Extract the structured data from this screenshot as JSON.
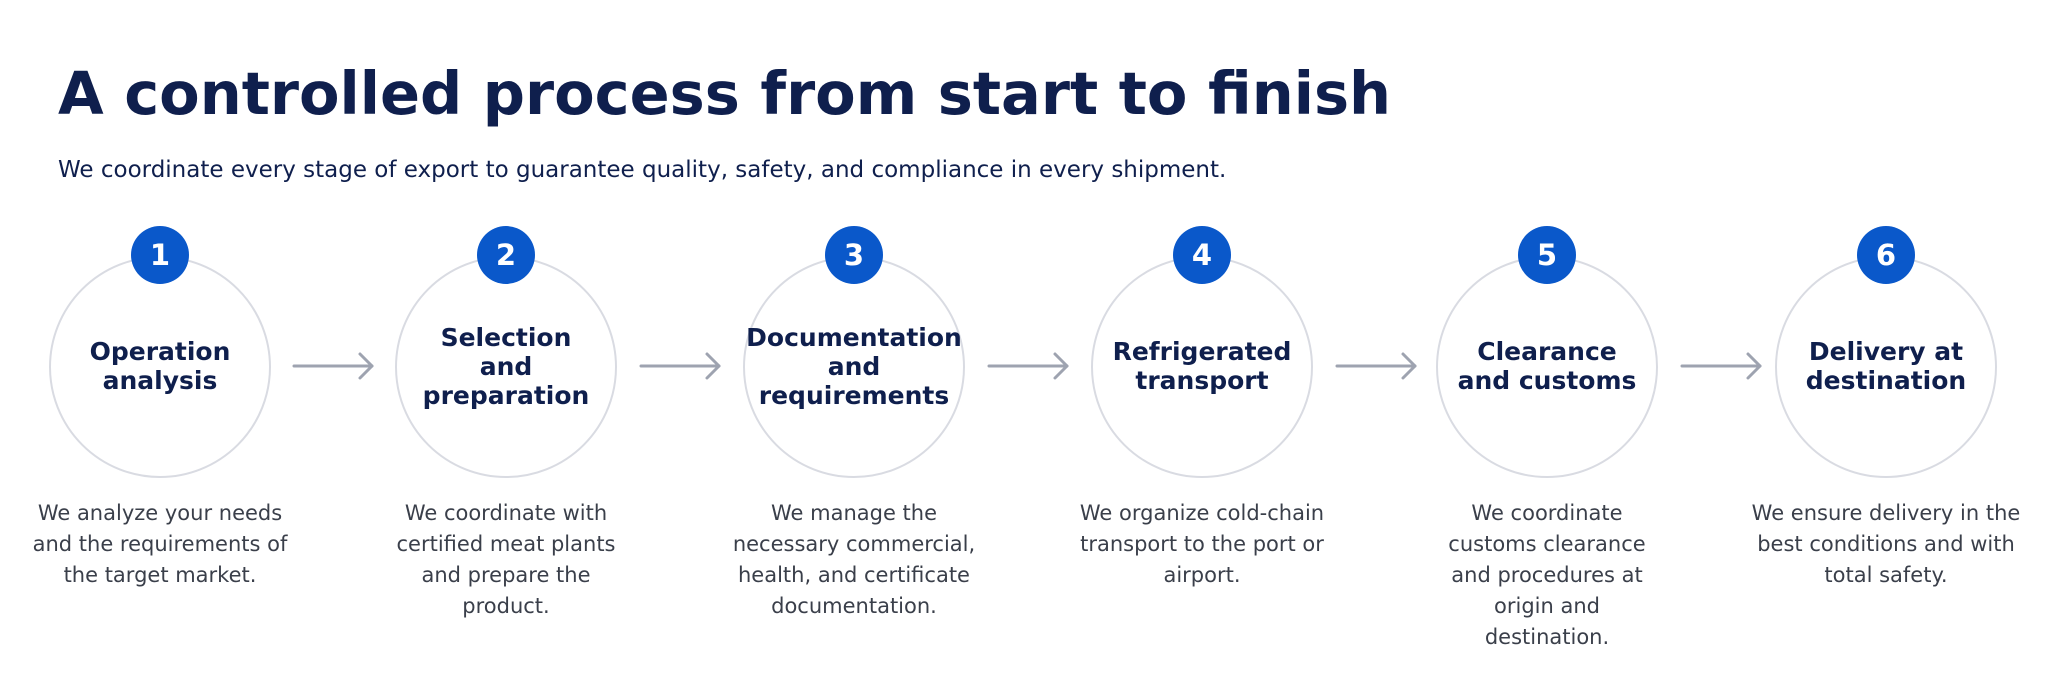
{
  "header": {
    "title": "A controlled process from start to finish",
    "subtitle": "We coordinate every stage of export to guarantee quality, safety, and compliance in every shipment."
  },
  "colors": {
    "heading": "#0f1f4d",
    "badge": "#0a58ca",
    "circle_border": "#d9dbe2",
    "arrow": "#9ea3b0",
    "body_text": "#3a3f4a"
  },
  "steps": [
    {
      "number": "1",
      "title": "Operation analysis",
      "description": "We analyze your needs and the requirements of the target market."
    },
    {
      "number": "2",
      "title": "Selection and preparation",
      "description": "We coordinate with certified meat plants and prepare the product."
    },
    {
      "number": "3",
      "title": "Documentation and requirements",
      "description": "We manage the necessary commercial, health, and certificate documentation."
    },
    {
      "number": "4",
      "title": "Refrigerated transport",
      "description": "We organize cold-chain transport to the port or airport."
    },
    {
      "number": "5",
      "title": "Clearance and customs",
      "description": "We coordinate customs clearance and procedures at origin and destination."
    },
    {
      "number": "6",
      "title": "Delivery at destination",
      "description": "We ensure delivery in the best conditions and with total safety."
    }
  ],
  "arrow_icon": "arrow-right-icon"
}
